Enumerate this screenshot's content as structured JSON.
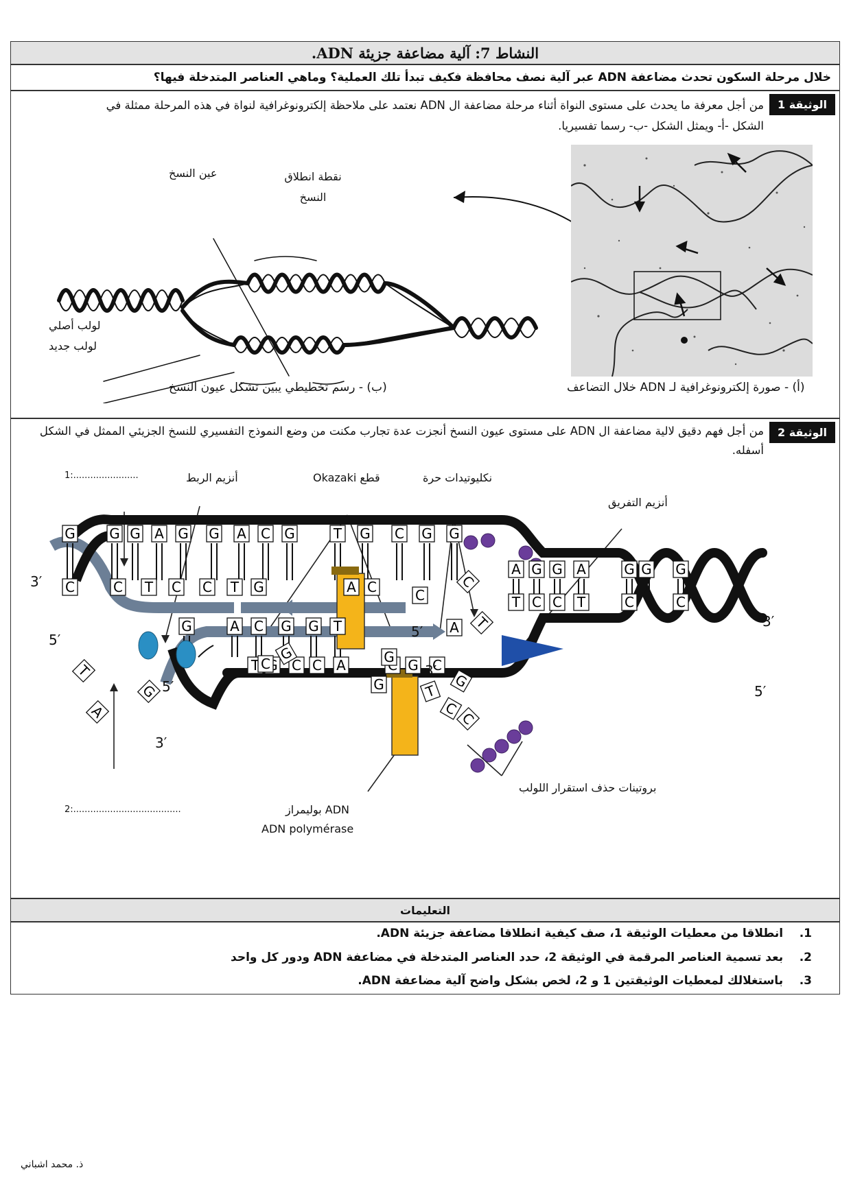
{
  "header": {
    "title": "النشاط 7: آلية مضاعفة جزيئة ADN."
  },
  "question": "خلال مرحلة السكون تحدث مضاعفة ADN عبر آلية نصف محافظة فكيف تبدأ تلك العملية؟ وماهي العناصر المتدخلة فيها؟",
  "doc1": {
    "badge": "الوثيقة 1",
    "text_line1": "من أجل معرفة ما يحدث على مستوى النواة أثناء مرحلة مضاعفة ال ADN نعتمد على ملاحظة إلكترونوغرافية لنواة في هذه المرحلة ممثلة في",
    "text_line2": "الشكل -أ- ويمثل الشكل -ب- رسما تفسيريا.",
    "labels": {
      "eye": "عين النسخ",
      "origin": "نقطة انطلاق النسخ",
      "old_strand": "لولب أصلي",
      "new_strand": "لولب جديد"
    },
    "caption_b": "(ب) - رسم تخطيطي يبين تشكل عيون النسخ",
    "caption_a": "(أ) - صورة إلكترونوغرافية لـ ADN خلال التضاعف"
  },
  "doc2": {
    "badge": "الوثيقة 2",
    "text_line1": "من أجل فهم دقيق لالية مضاعفة ال ADN على مستوى عيون النسخ أنجزت عدة تجارب مكنت من وضع النموذج التفسيري للنسخ الجزيئي الممثل في الشكل",
    "text_line2": "أسفله.",
    "labels": {
      "blank1": "1:.......................",
      "ligase": "أنزيم الربط",
      "okazaki": "قطع Okazaki",
      "free_nucleotides": "نكليوتيدات حرة",
      "helicase": "أنزيم التفريق",
      "ssb": "بروتينات حذف استقرار اللولب",
      "polymerase_ar": "ADN بوليمراز",
      "polymerase_fr": "ADN polymérase",
      "blank2": "2:......................................"
    },
    "ends": {
      "top_left": "3′",
      "mid_left": "5′",
      "right_top": "3′",
      "right_bottom": "5′",
      "lower_5": "5′",
      "lower_3": "3′",
      "strand_5": "5′",
      "strand_3": "3′"
    },
    "top_strand_bases": [
      "G",
      "G",
      "G",
      "A",
      "G",
      "G",
      "A",
      "C",
      "G",
      "T",
      "G",
      "C",
      "G",
      "G"
    ],
    "top_lagging_bases": [
      "C",
      "C",
      "T",
      "C",
      "C",
      "T",
      "G",
      "A",
      "C"
    ],
    "lower_new_bases": [
      "G",
      "A",
      "C",
      "G",
      "G",
      "T"
    ],
    "lower_template_bases": [
      "T",
      "G",
      "C",
      "C",
      "A",
      "C",
      "G",
      "C"
    ],
    "right_top_bases": [
      "A",
      "G",
      "G",
      "A",
      "G",
      "G",
      "G"
    ],
    "right_bottom_bases": [
      "T",
      "C",
      "C",
      "T",
      "C",
      "C"
    ],
    "free_bases": [
      "G",
      "C",
      "G",
      "G",
      "T",
      "C",
      "A",
      "G",
      "T",
      "A",
      "G",
      "C",
      "T",
      "C",
      "C"
    ]
  },
  "instructions": {
    "title": "التعليمات",
    "items": [
      {
        "num": "1.",
        "text": "انطلاقا من معطيات الوثيقة 1، صف كيفية انطلاقا مضاعفة جزيئة ADN."
      },
      {
        "num": "2.",
        "text": "بعد تسمية العناصر المرقمة في الوثيقة 2، حدد العناصر المتدخلة في مضاعفة ADN ودور كل واحد"
      },
      {
        "num": "3.",
        "text": "باستغلالك لمعطيات الوثيقتين 1 و 2، لخص بشكل واضح آلية مضاعفة ADN."
      }
    ]
  },
  "footer": {
    "author": "ذ. محمد اشباني"
  },
  "colors": {
    "header_bg": "#e3e3e3",
    "polymerase": "#f4b41a",
    "helicase": "#1f4fa8",
    "ssb": "#6a3d9a",
    "ligase": "#2a8fc4",
    "lagging": "#6c7f96"
  }
}
